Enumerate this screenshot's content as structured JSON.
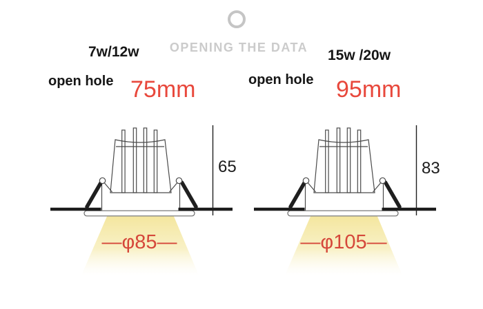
{
  "header": {
    "title": "OPENING THE DATA",
    "title_color": "#cbcbcb",
    "ring_icon": "ring"
  },
  "products": [
    {
      "wattage": "7w/12w",
      "open_hole_label": "open hole",
      "open_hole_value": "75mm",
      "cutout_height": "65",
      "beam_label": "—φ85—"
    },
    {
      "wattage": "15w /20w",
      "open_hole_label": "open hole",
      "open_hole_value": "95mm",
      "cutout_height": "83",
      "beam_label": "—φ105—"
    }
  ],
  "colors": {
    "accent_red": "#e8483c",
    "beam_text_red": "#d5473a",
    "beam_yellow": "#f4e69e",
    "title_gray": "#cbcbcb",
    "line_dark": "#1f1f1f",
    "line_gray": "#4a4a4a"
  }
}
